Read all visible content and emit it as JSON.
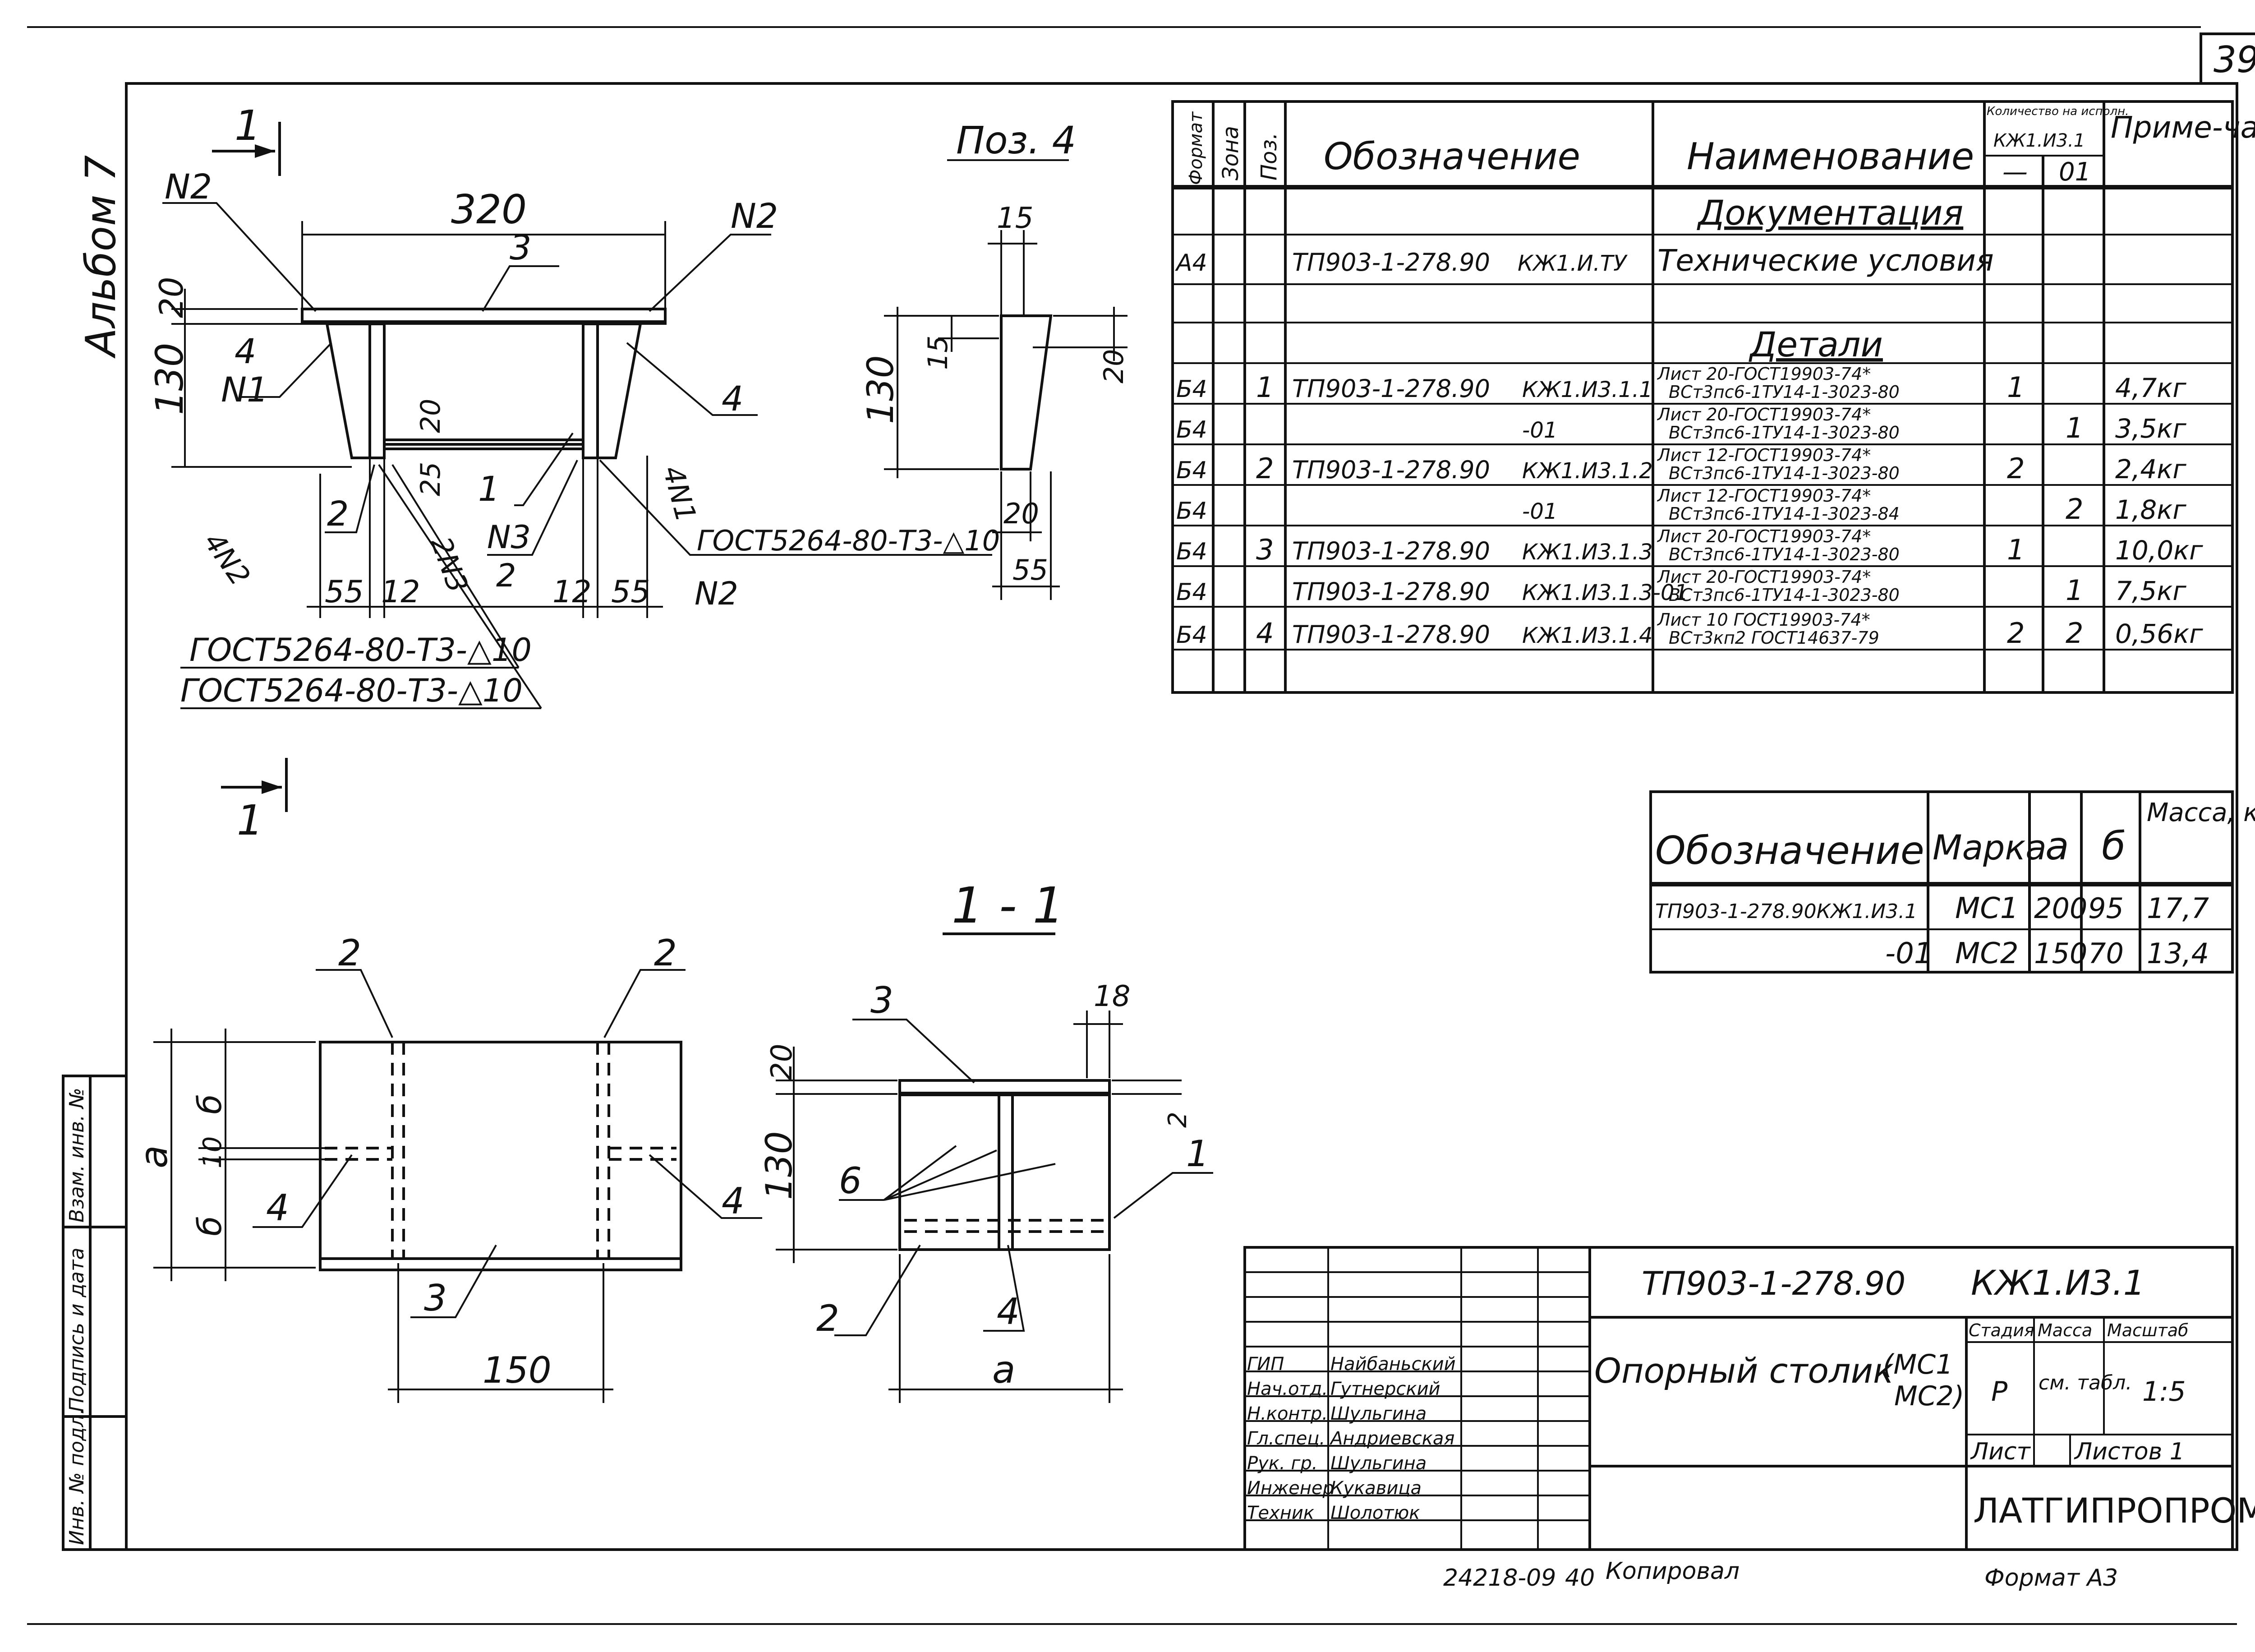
{
  "sheet": {
    "page_number": "39",
    "album_label": "Альбом 7",
    "format_label": "Формат А3",
    "bottom_code": "24218-09",
    "bottom_page": "40",
    "copied_label": "Копировал"
  },
  "side_stamp": {
    "inv_orig": "Инв. № подл.",
    "sign_date": "Подпись и дата",
    "inv_dup": "Взам. инв. №"
  },
  "spec_table": {
    "headers": {
      "format": "Формат",
      "zone": "Зона",
      "pos": "Поз.",
      "designation": "Обозначение",
      "name": "Наименование",
      "qty_title": "Количество на исполн.",
      "qty_doc": "КЖ1.И3.1",
      "qty_col1": "—",
      "qty_col2": "01",
      "note": "Приме-чание"
    },
    "section_docs": "Документация",
    "section_parts": "Детали",
    "rows": [
      {
        "format": "А4",
        "pos": "",
        "designation": "ТП903-1-278.90",
        "code": "КЖ1.И.ТУ",
        "name": "Технические условия",
        "name2": "",
        "q1": "",
        "q2": "",
        "note": ""
      },
      {
        "format": "Б4",
        "pos": "1",
        "designation": "ТП903-1-278.90",
        "code": "КЖ1.И3.1.1",
        "name": "Лист 20-ГОСТ19903-74*",
        "name2": "ВСт3пс6-1ТУ14-1-3023-80",
        "q1": "1",
        "q2": "",
        "note": "4,7кг"
      },
      {
        "format": "Б4",
        "pos": "",
        "designation": "",
        "code": "-01",
        "name": "Лист 20-ГОСТ19903-74*",
        "name2": "ВСт3пс6-1ТУ14-1-3023-80",
        "q1": "",
        "q2": "1",
        "note": "3,5кг"
      },
      {
        "format": "Б4",
        "pos": "2",
        "designation": "ТП903-1-278.90",
        "code": "КЖ1.И3.1.2",
        "name": "Лист 12-ГОСТ19903-74*",
        "name2": "ВСт3пс6-1ТУ14-1-3023-80",
        "q1": "2",
        "q2": "",
        "note": "2,4кг"
      },
      {
        "format": "Б4",
        "pos": "",
        "designation": "",
        "code": "-01",
        "name": "Лист 12-ГОСТ19903-74*",
        "name2": "ВСт3пс6-1ТУ14-1-3023-84",
        "q1": "",
        "q2": "2",
        "note": "1,8кг"
      },
      {
        "format": "Б4",
        "pos": "3",
        "designation": "ТП903-1-278.90",
        "code": "КЖ1.И3.1.3",
        "name": "Лист 20-ГОСТ19903-74*",
        "name2": "ВСт3пс6-1ТУ14-1-3023-80",
        "q1": "1",
        "q2": "",
        "note": "10,0кг"
      },
      {
        "format": "Б4",
        "pos": "",
        "designation": "ТП903-1-278.90",
        "code": "КЖ1.И3.1.3-01",
        "name": "Лист 20-ГОСТ19903-74*",
        "name2": "ВСт3пс6-1ТУ14-1-3023-80",
        "q1": "",
        "q2": "1",
        "note": "7,5кг"
      },
      {
        "format": "Б4",
        "pos": "4",
        "designation": "ТП903-1-278.90",
        "code": "КЖ1.И3.1.4",
        "name": "Лист 10 ГОСТ19903-74*",
        "name2": "ВСт3кп2 ГОСТ14637-79",
        "q1": "2",
        "q2": "2",
        "note": "0,56кг"
      }
    ]
  },
  "mark_table": {
    "headers": {
      "designation": "Обозначение",
      "mark": "Марка",
      "a": "а",
      "b": "б",
      "mass": "Масса, кг"
    },
    "rows": [
      {
        "designation": "ТП903-1-278.90КЖ1.И3.1",
        "mark": "МС1",
        "a": "200",
        "b": "95",
        "mass": "17,7"
      },
      {
        "designation": "-01",
        "mark": "МС2",
        "a": "150",
        "b": "70",
        "mass": "13,4"
      }
    ]
  },
  "drawing": {
    "pos4_title": "Поз. 4",
    "section_title": "1 - 1",
    "section_mark": "1",
    "dims": {
      "d320": "320",
      "d20": "20",
      "d130": "130",
      "d55": "55",
      "d12": "12",
      "d25": "25",
      "d15": "15",
      "d18": "18",
      "d150": "150",
      "d10": "10",
      "d2": "2",
      "da": "а",
      "db": "б"
    },
    "callouts": {
      "n1": "N1",
      "n2": "N2",
      "n3": "N3",
      "n4n1": "4N1",
      "n4n2": "4N2",
      "n2n3": "2N3",
      "p1": "1",
      "p2": "2",
      "p3": "3",
      "p4": "4",
      "p6": "6"
    },
    "weld1": "ГОСТ5264-80-Т3-△10",
    "weld2": "ГОСТ5264-80-Т3-△10",
    "weld3": "ГОСТ5264-80-Т3-△10"
  },
  "title_block": {
    "project": "ТП903-1-278.90",
    "doc_code": "КЖ1.И3.1",
    "title_main": "Опорный столик",
    "title_marks1": "(МС1",
    "title_marks2": "МС2)",
    "col_stage": "Стадия",
    "col_mass": "Масса",
    "col_scale": "Масштаб",
    "stage": "Р",
    "mass": "см. табл.",
    "scale": "1:5",
    "sheet_label": "Лист",
    "sheets_label": "Листов 1",
    "organization": "ЛАТГИПРОПРОМ",
    "roles": [
      {
        "role": "ГИП",
        "name": "Найбаньский"
      },
      {
        "role": "Нач.отд.",
        "name": "Гутнерский"
      },
      {
        "role": "Н.контр.",
        "name": "Шульгина"
      },
      {
        "role": "Гл.спец.",
        "name": "Андриевская"
      },
      {
        "role": "Рук. гр.",
        "name": "Шульгина"
      },
      {
        "role": "Инженер",
        "name": "Кукавица"
      },
      {
        "role": "Техник",
        "name": "Шолотюк"
      }
    ]
  }
}
